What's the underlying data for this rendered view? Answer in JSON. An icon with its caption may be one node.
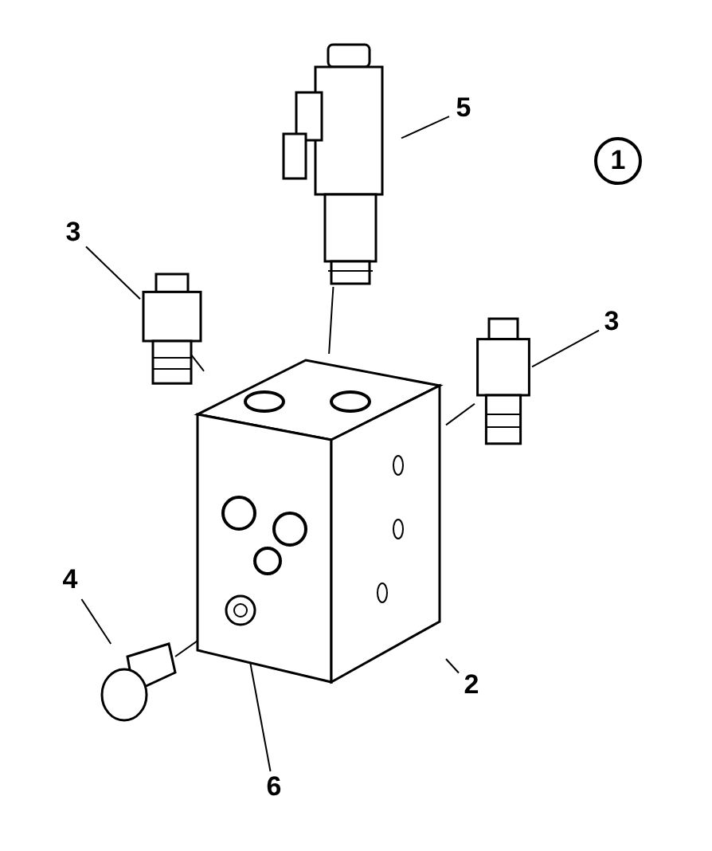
{
  "diagram": {
    "nodes": [
      {
        "text": [
          "5"
        ]
      },
      {
        "text": [
          "1"
        ]
      },
      {
        "text": [],
        "shape": "picture"
      },
      {
        "text": [
          "3"
        ]
      },
      {
        "text": [],
        "shape": "picture"
      },
      {
        "text": [
          "3"
        ]
      },
      {
        "text": [],
        "shape": "picture"
      },
      {
        "text": [],
        "shape": "picture"
      },
      {
        "text": [
          "4"
        ]
      },
      {
        "text": [],
        "shape": "picture"
      },
      {
        "text": [
          "2"
        ]
      },
      {
        "text": [],
        "shape": "picture",
        "in": 7
      },
      {
        "text": [
          "6"
        ]
      }
    ],
    "edges": [
      {
        "from": 0,
        "to": 2,
        "arrow": "none"
      },
      {
        "from": 3,
        "to": 4,
        "arrow": "none"
      },
      {
        "from": 5,
        "to": 6,
        "arrow": "none"
      },
      {
        "from": 8,
        "to": 9,
        "arrow": "none"
      },
      {
        "from": 10,
        "to": 7,
        "arrow": "none"
      },
      {
        "from": 12,
        "to": 11,
        "arrow": "none"
      },
      {
        "from": 2,
        "to": 7,
        "arrow": "none"
      },
      {
        "from": 4,
        "to": 7,
        "arrow": "none"
      },
      {
        "from": 6,
        "to": 7,
        "arrow": "none"
      },
      {
        "from": 9,
        "to": 11,
        "arrow": "none"
      }
    ]
  }
}
